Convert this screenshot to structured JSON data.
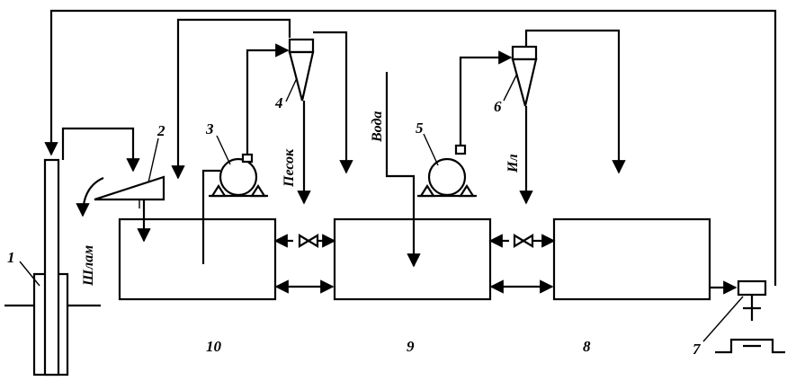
{
  "labels": {
    "n1": "1",
    "n2": "2",
    "n3": "3",
    "n4": "4",
    "n5": "5",
    "n6": "6",
    "n7": "7",
    "n8": "8",
    "n9": "9",
    "n10": "10",
    "shlam": "Шлам",
    "pesok": "Песок",
    "voda": "Вода",
    "il": "Ил"
  }
}
